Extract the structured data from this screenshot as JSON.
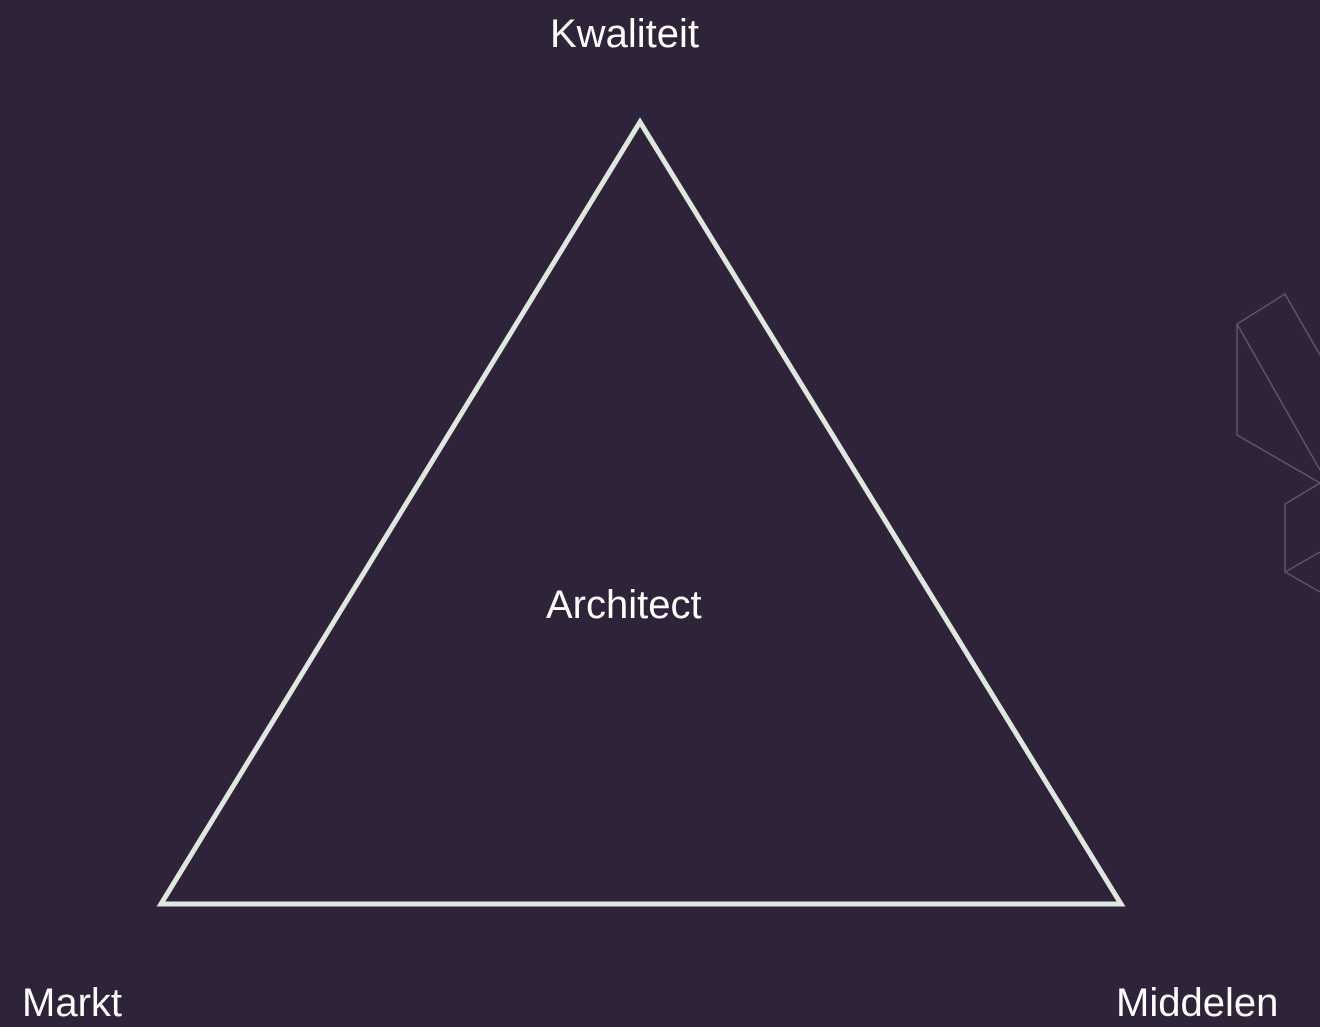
{
  "diagram": {
    "top_label": "Kwaliteit",
    "center_label": "Architect",
    "bottom_left_label": "Markt",
    "bottom_right_label": "Middelen"
  },
  "colors": {
    "background": "#2e2338",
    "triangle_stroke": "#dfe8e0",
    "text": "#ffffff",
    "decoration_stroke": "#5f566a"
  },
  "icons": {
    "decoration": "geometric-cube-outline-icon"
  }
}
